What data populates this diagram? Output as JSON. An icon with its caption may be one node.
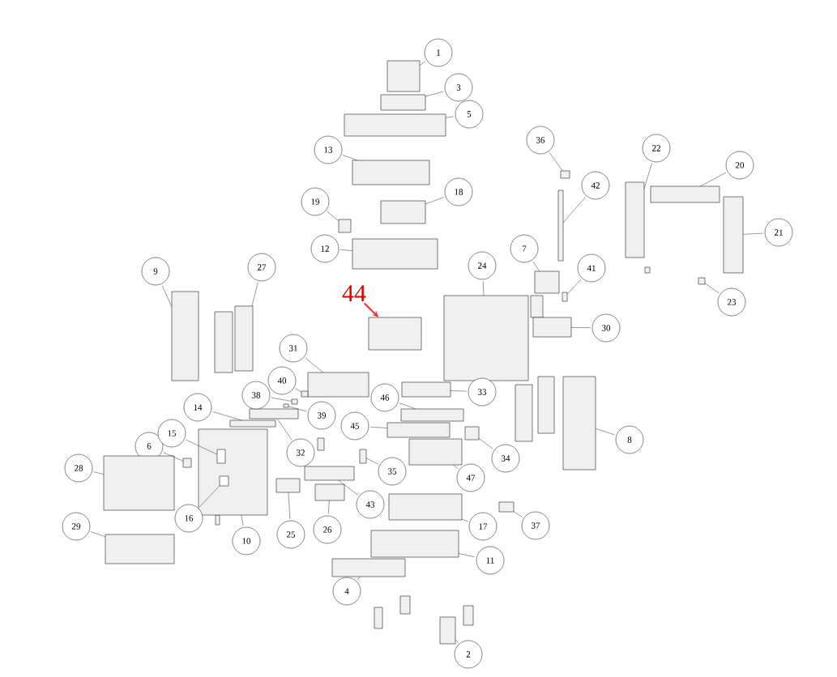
{
  "diagram": {
    "nodes": [
      {
        "text": [
          "1"
        ]
      },
      {
        "text": [],
        "shape": "box"
      },
      {
        "text": [
          "2"
        ]
      },
      {
        "text": [],
        "shape": "box"
      },
      {
        "text": [
          "3"
        ]
      },
      {
        "text": [],
        "shape": "box"
      },
      {
        "text": [
          "4"
        ]
      },
      {
        "text": [],
        "shape": "box"
      },
      {
        "text": [
          "5"
        ]
      },
      {
        "text": [],
        "shape": "box"
      },
      {
        "text": [
          "6"
        ]
      },
      {
        "text": [],
        "shape": "box"
      },
      {
        "text": [
          "7"
        ]
      },
      {
        "text": [],
        "shape": "box"
      },
      {
        "text": [
          "8"
        ]
      },
      {
        "text": [],
        "shape": "box"
      },
      {
        "text": [
          "9"
        ]
      },
      {
        "text": [],
        "shape": "box"
      },
      {
        "text": [
          "10"
        ]
      },
      {
        "text": [],
        "shape": "box"
      },
      {
        "text": [
          "11"
        ]
      },
      {
        "text": [],
        "shape": "box"
      },
      {
        "text": [
          "12"
        ]
      },
      {
        "text": [],
        "shape": "box"
      },
      {
        "text": [
          "13"
        ]
      },
      {
        "text": [],
        "shape": "box"
      },
      {
        "text": [
          "14"
        ]
      },
      {
        "text": [],
        "shape": "box"
      },
      {
        "text": [
          "15"
        ]
      },
      {
        "text": [],
        "shape": "box",
        "in": 19
      },
      {
        "text": [
          "16"
        ]
      },
      {
        "text": [],
        "shape": "box",
        "in": 19
      },
      {
        "text": [
          "17"
        ]
      },
      {
        "text": [],
        "shape": "box"
      },
      {
        "text": [
          "18"
        ]
      },
      {
        "text": [],
        "shape": "box"
      },
      {
        "text": [
          "19"
        ]
      },
      {
        "text": [],
        "shape": "box"
      },
      {
        "text": [
          "20"
        ]
      },
      {
        "text": [],
        "shape": "box"
      },
      {
        "text": [
          "21"
        ]
      },
      {
        "text": [],
        "shape": "box"
      },
      {
        "text": [
          "22"
        ]
      },
      {
        "text": [],
        "shape": "box"
      },
      {
        "text": [
          "23"
        ]
      },
      {
        "text": [],
        "shape": "box"
      },
      {
        "text": [
          "24"
        ]
      },
      {
        "text": [],
        "shape": "box"
      },
      {
        "text": [
          "25"
        ]
      },
      {
        "text": [],
        "shape": "box"
      },
      {
        "text": [
          "26"
        ]
      },
      {
        "text": [],
        "shape": "box"
      },
      {
        "text": [
          "27"
        ]
      },
      {
        "text": [],
        "shape": "box"
      },
      {
        "text": [
          "28"
        ]
      },
      {
        "text": [],
        "shape": "box"
      },
      {
        "text": [
          "29"
        ]
      },
      {
        "text": [],
        "shape": "box"
      },
      {
        "text": [
          "30"
        ]
      },
      {
        "text": [],
        "shape": "box"
      },
      {
        "text": [
          "31"
        ]
      },
      {
        "text": [],
        "shape": "box"
      },
      {
        "text": [
          "32"
        ]
      },
      {
        "text": [],
        "shape": "box"
      },
      {
        "text": [
          "33"
        ]
      },
      {
        "text": [],
        "shape": "box"
      },
      {
        "text": [
          "34"
        ]
      },
      {
        "text": [],
        "shape": "box"
      },
      {
        "text": [
          "35"
        ]
      },
      {
        "text": [],
        "shape": "box"
      },
      {
        "text": [
          "36"
        ]
      },
      {
        "text": [],
        "shape": "box"
      },
      {
        "text": [
          "37"
        ]
      },
      {
        "text": [],
        "shape": "box"
      },
      {
        "text": [
          "38"
        ]
      },
      {
        "text": [],
        "shape": "box"
      },
      {
        "text": [
          "39"
        ]
      },
      {
        "text": [],
        "shape": "box"
      },
      {
        "text": [
          "40"
        ]
      },
      {
        "text": [],
        "shape": "box"
      },
      {
        "text": [
          "41"
        ]
      },
      {
        "text": [],
        "shape": "box"
      },
      {
        "text": [
          "42"
        ]
      },
      {
        "text": [],
        "shape": "box"
      },
      {
        "text": [
          "43"
        ]
      },
      {
        "text": [],
        "shape": "box"
      },
      {
        "text": [
          "44"
        ]
      },
      {
        "text": [],
        "shape": "box"
      },
      {
        "text": [
          "45"
        ]
      },
      {
        "text": [],
        "shape": "box"
      },
      {
        "text": [
          "46"
        ]
      },
      {
        "text": [],
        "shape": "box"
      },
      {
        "text": [
          "47"
        ]
      },
      {
        "text": [],
        "shape": "box"
      }
    ],
    "edges": [
      {
        "from": 0,
        "to": 1,
        "arrow": "none"
      },
      {
        "from": 2,
        "to": 3,
        "arrow": "none"
      },
      {
        "from": 4,
        "to": 5,
        "arrow": "none"
      },
      {
        "from": 6,
        "to": 7,
        "arrow": "none"
      },
      {
        "from": 8,
        "to": 9,
        "arrow": "none"
      },
      {
        "from": 10,
        "to": 11,
        "arrow": "none"
      },
      {
        "from": 12,
        "to": 13,
        "arrow": "none"
      },
      {
        "from": 14,
        "to": 15,
        "arrow": "none"
      },
      {
        "from": 16,
        "to": 17,
        "arrow": "none"
      },
      {
        "from": 18,
        "to": 19,
        "arrow": "none"
      },
      {
        "from": 20,
        "to": 21,
        "arrow": "none"
      },
      {
        "from": 22,
        "to": 23,
        "arrow": "none"
      },
      {
        "from": 24,
        "to": 25,
        "arrow": "none"
      },
      {
        "from": 26,
        "to": 27,
        "arrow": "none"
      },
      {
        "from": 28,
        "to": 29,
        "arrow": "none"
      },
      {
        "from": 30,
        "to": 31,
        "arrow": "none"
      },
      {
        "from": 32,
        "to": 33,
        "arrow": "none"
      },
      {
        "from": 34,
        "to": 35,
        "arrow": "none"
      },
      {
        "from": 36,
        "to": 37,
        "arrow": "none"
      },
      {
        "from": 38,
        "to": 39,
        "arrow": "none"
      },
      {
        "from": 40,
        "to": 41,
        "arrow": "none"
      },
      {
        "from": 42,
        "to": 43,
        "arrow": "none"
      },
      {
        "from": 44,
        "to": 45,
        "arrow": "none"
      },
      {
        "from": 46,
        "to": 47,
        "arrow": "none"
      },
      {
        "from": 48,
        "to": 49,
        "arrow": "none"
      },
      {
        "from": 50,
        "to": 51,
        "arrow": "none"
      },
      {
        "from": 52,
        "to": 53,
        "arrow": "none"
      },
      {
        "from": 54,
        "to": 55,
        "arrow": "none"
      },
      {
        "from": 56,
        "to": 57,
        "arrow": "none"
      },
      {
        "from": 58,
        "to": 59,
        "arrow": "none"
      },
      {
        "from": 60,
        "to": 61,
        "arrow": "none"
      },
      {
        "from": 62,
        "to": 63,
        "arrow": "none"
      },
      {
        "from": 64,
        "to": 65,
        "arrow": "none"
      },
      {
        "from": 66,
        "to": 67,
        "arrow": "none"
      },
      {
        "from": 68,
        "to": 69,
        "arrow": "none"
      },
      {
        "from": 70,
        "to": 71,
        "arrow": "none"
      },
      {
        "from": 72,
        "to": 73,
        "arrow": "none"
      },
      {
        "from": 74,
        "to": 75,
        "arrow": "none"
      },
      {
        "from": 76,
        "to": 77,
        "arrow": "none"
      },
      {
        "from": 78,
        "to": 79,
        "arrow": "none"
      },
      {
        "from": 80,
        "to": 81,
        "arrow": "none"
      },
      {
        "from": 82,
        "to": 83,
        "arrow": "none"
      },
      {
        "from": 84,
        "to": 85,
        "arrow": "none"
      },
      {
        "from": 86,
        "to": 87,
        "arrow": "to",
        "style": "thick",
        "color": "#e8382f"
      },
      {
        "from": 88,
        "to": 89,
        "arrow": "none"
      },
      {
        "from": 90,
        "to": 91,
        "arrow": "none"
      },
      {
        "from": 92,
        "to": 93,
        "arrow": "none"
      }
    ]
  }
}
